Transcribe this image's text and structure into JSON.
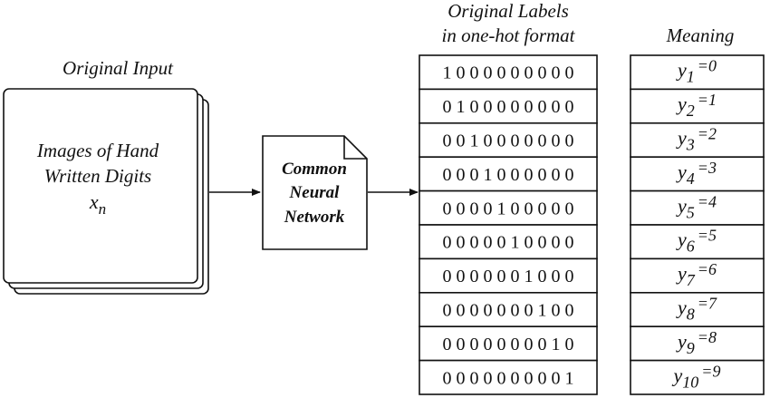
{
  "input": {
    "heading": "Original Input",
    "line1": "Images of Hand",
    "line2": "Written Digits",
    "var": "x",
    "var_sub": "n"
  },
  "network": {
    "line1": "Common",
    "line2": "Neural",
    "line3": "Network"
  },
  "labels": {
    "heading_line1": "Original Labels",
    "heading_line2": "in one-hot format",
    "rows": [
      "1 0 0 0 0 0 0 0 0 0",
      "0 1 0 0 0 0 0 0 0 0",
      "0 0 1 0 0 0 0 0 0 0",
      "0 0 0 1 0 0 0 0 0 0",
      "0 0 0 0 1 0 0 0 0 0",
      "0 0 0 0 0 1 0 0 0 0",
      "0 0 0 0 0 0 1 0 0 0",
      "0 0 0 0 0 0 0 1 0 0",
      "0 0 0 0 0 0 0 0 1 0",
      "0 0 0 0 0 0 0 0 0 1"
    ]
  },
  "meaning": {
    "heading": "Meaning",
    "rows": [
      {
        "sub": "1",
        "value": "=0"
      },
      {
        "sub": "2",
        "value": "=1"
      },
      {
        "sub": "3",
        "value": "=2"
      },
      {
        "sub": "4",
        "value": "=3"
      },
      {
        "sub": "5",
        "value": "=4"
      },
      {
        "sub": "6",
        "value": "=5"
      },
      {
        "sub": "7",
        "value": "=6"
      },
      {
        "sub": "8",
        "value": "=7"
      },
      {
        "sub": "9",
        "value": "=8"
      },
      {
        "sub": "10",
        "value": "=9"
      }
    ],
    "var": "y"
  }
}
